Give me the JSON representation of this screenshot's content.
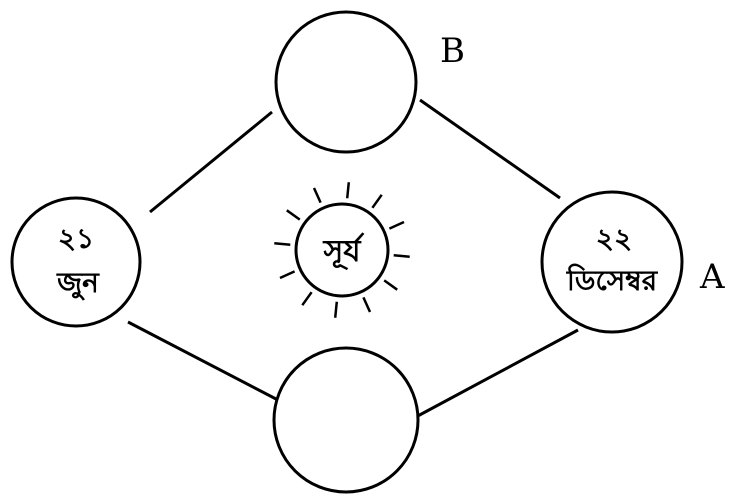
{
  "diagram": {
    "sun_label": "সূর্য",
    "position_left": {
      "day": "২১",
      "month": "জুন"
    },
    "position_right": {
      "day": "২২",
      "month": "ডিসেম্বর",
      "letter": "A"
    },
    "position_top": {
      "letter": "B"
    },
    "position_bottom": {}
  }
}
